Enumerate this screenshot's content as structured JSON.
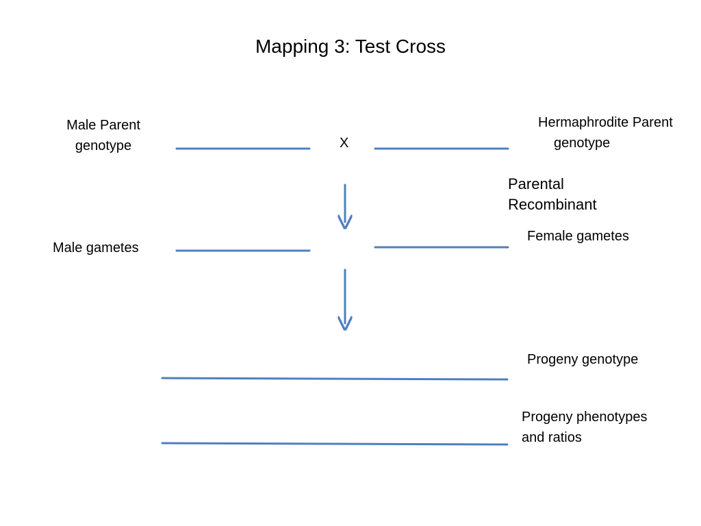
{
  "slide": {
    "title": "Mapping 3:  Test Cross",
    "cross_symbol": "X",
    "labels": {
      "male_parent_line1": "Male Parent",
      "male_parent_line2": "genotype",
      "herm_parent_line1": "Hermaphrodite Parent",
      "herm_parent_line2": "genotype",
      "parental": "Parental",
      "recombinant": "Recombinant",
      "male_gametes": "Male gametes",
      "female_gametes": "Female gametes",
      "progeny_genotype": "Progeny genotype",
      "progeny_phenotypes_line1": "Progeny phenotypes",
      "progeny_phenotypes_line2": "and ratios"
    }
  },
  "colors": {
    "line": "#4f7fbf",
    "text": "#000000",
    "background": "#ffffff"
  }
}
